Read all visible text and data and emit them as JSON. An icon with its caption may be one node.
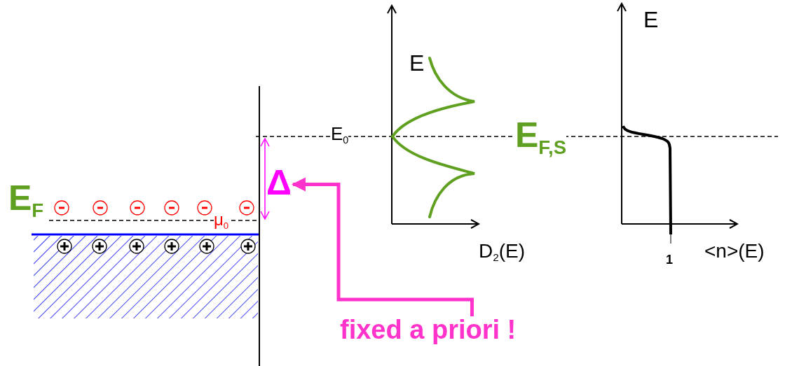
{
  "diagram": {
    "nodes": [
      {
        "text": [
          "Δ"
        ]
      },
      {
        "text": [
          "fixed a priori !"
        ]
      }
    ],
    "edges": [
      {
        "from": 1,
        "to": 0,
        "arrow": "to"
      }
    ],
    "labels": [
      "E",
      "E",
      "E$_{0}$",
      "E$_{F,S}$",
      "E$_{F}$",
      "μ$_{0}$",
      "D$_{2}$(E)",
      "1",
      "<n>(E)"
    ]
  }
}
